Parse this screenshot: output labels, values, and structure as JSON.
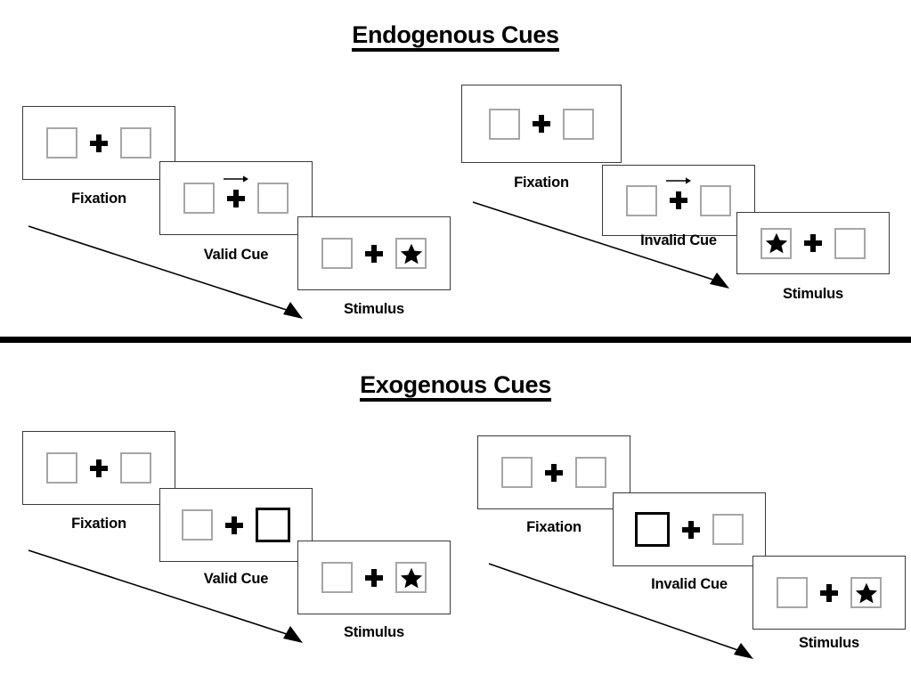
{
  "figure": {
    "sections": [
      {
        "id": "endogenous",
        "title": "Endogenous Cues",
        "columns": [
          {
            "id": "endogenous-valid",
            "frames": [
              {
                "caption": "Fixation",
                "cue": "none",
                "target": "none"
              },
              {
                "caption": "Valid Cue",
                "cue": "arrow-right",
                "target": "none"
              },
              {
                "caption": "Stimulus",
                "cue": "none",
                "target": "right"
              }
            ]
          },
          {
            "id": "endogenous-invalid",
            "frames": [
              {
                "caption": "Fixation",
                "cue": "none",
                "target": "none"
              },
              {
                "caption": "Invalid Cue",
                "cue": "arrow-right",
                "target": "none"
              },
              {
                "caption": "Stimulus",
                "cue": "none",
                "target": "left"
              }
            ]
          }
        ]
      },
      {
        "id": "exogenous",
        "title": "Exogenous Cues",
        "columns": [
          {
            "id": "exogenous-valid",
            "frames": [
              {
                "caption": "Fixation",
                "cue": "none",
                "target": "none"
              },
              {
                "caption": "Valid Cue",
                "cue": "box-flash-right",
                "target": "none"
              },
              {
                "caption": "Stimulus",
                "cue": "none",
                "target": "right"
              }
            ]
          },
          {
            "id": "exogenous-invalid",
            "frames": [
              {
                "caption": "Fixation",
                "cue": "none",
                "target": "none"
              },
              {
                "caption": "Invalid Cue",
                "cue": "box-flash-left",
                "target": "none"
              },
              {
                "caption": "Stimulus",
                "cue": "none",
                "target": "right"
              }
            ]
          }
        ]
      }
    ],
    "icons": {
      "fixation_cross": "plus-icon",
      "cue_arrow": "arrow-right-icon",
      "target": "star-icon",
      "time_flow": "diagonal-arrow-icon"
    },
    "colors": {
      "ink": "#000000",
      "panel_border": "#3a3a3a",
      "box_border": "#a6a6a6",
      "cued_box_border": "#000000",
      "background": "#ffffff",
      "divider": "#000000"
    }
  }
}
